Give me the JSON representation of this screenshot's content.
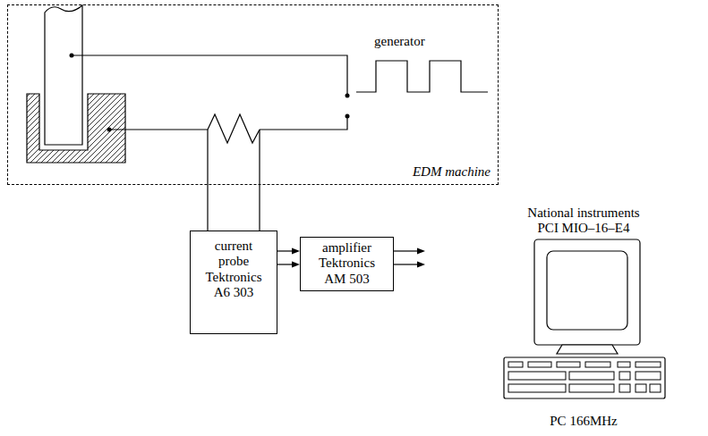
{
  "diagram": {
    "nodes": [
      {
        "text": [
          "EDM machine"
        ]
      },
      {
        "text": [
          "current probe Tektronics A6 303"
        ]
      },
      {
        "text": [
          "amplifier Tektronics AM 503"
        ]
      },
      {
        "text": [
          "National instruments PCI MIO–16–E4",
          "PC 166MHz"
        ]
      }
    ],
    "edges": [
      {
        "from": 0,
        "to": 1,
        "arrow": "none"
      },
      {
        "from": 0,
        "to": 1,
        "arrow": "none"
      },
      {
        "from": 1,
        "to": 2,
        "arrow": "to"
      },
      {
        "from": 1,
        "to": 2,
        "arrow": "to"
      },
      {
        "from": 2,
        "to": 3,
        "arrow": "to"
      },
      {
        "from": 2,
        "to": 3,
        "arrow": "to"
      }
    ],
    "labels": [
      "generator"
    ]
  }
}
